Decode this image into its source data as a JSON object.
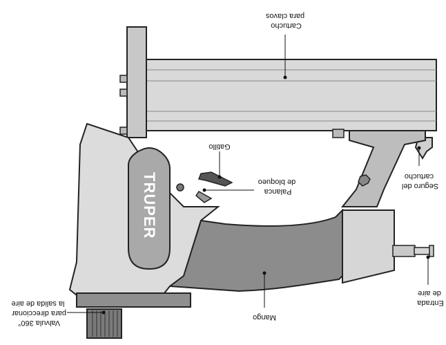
{
  "brand": "TRUPER",
  "colors": {
    "body_light": "#dcdcdc",
    "body_mid": "#bdbdbd",
    "handle_grip": "#8c8c8c",
    "outline": "#222222",
    "knob": "#7a7a7a",
    "brand_text": "#ffffff"
  },
  "callouts": {
    "magazine": [
      "Cartucho",
      "para clavos"
    ],
    "cartridge_lock": [
      "Seguro del",
      "cartucho"
    ],
    "trigger": [
      "Gatillo"
    ],
    "lock_lever": [
      "Palanca",
      "de bloqueo"
    ],
    "air_inlet": [
      "Entrada",
      "de aire"
    ],
    "handle": [
      "Mango"
    ],
    "valve": [
      "Valvula 360°",
      "para direccionar",
      "la salida de aire"
    ]
  }
}
